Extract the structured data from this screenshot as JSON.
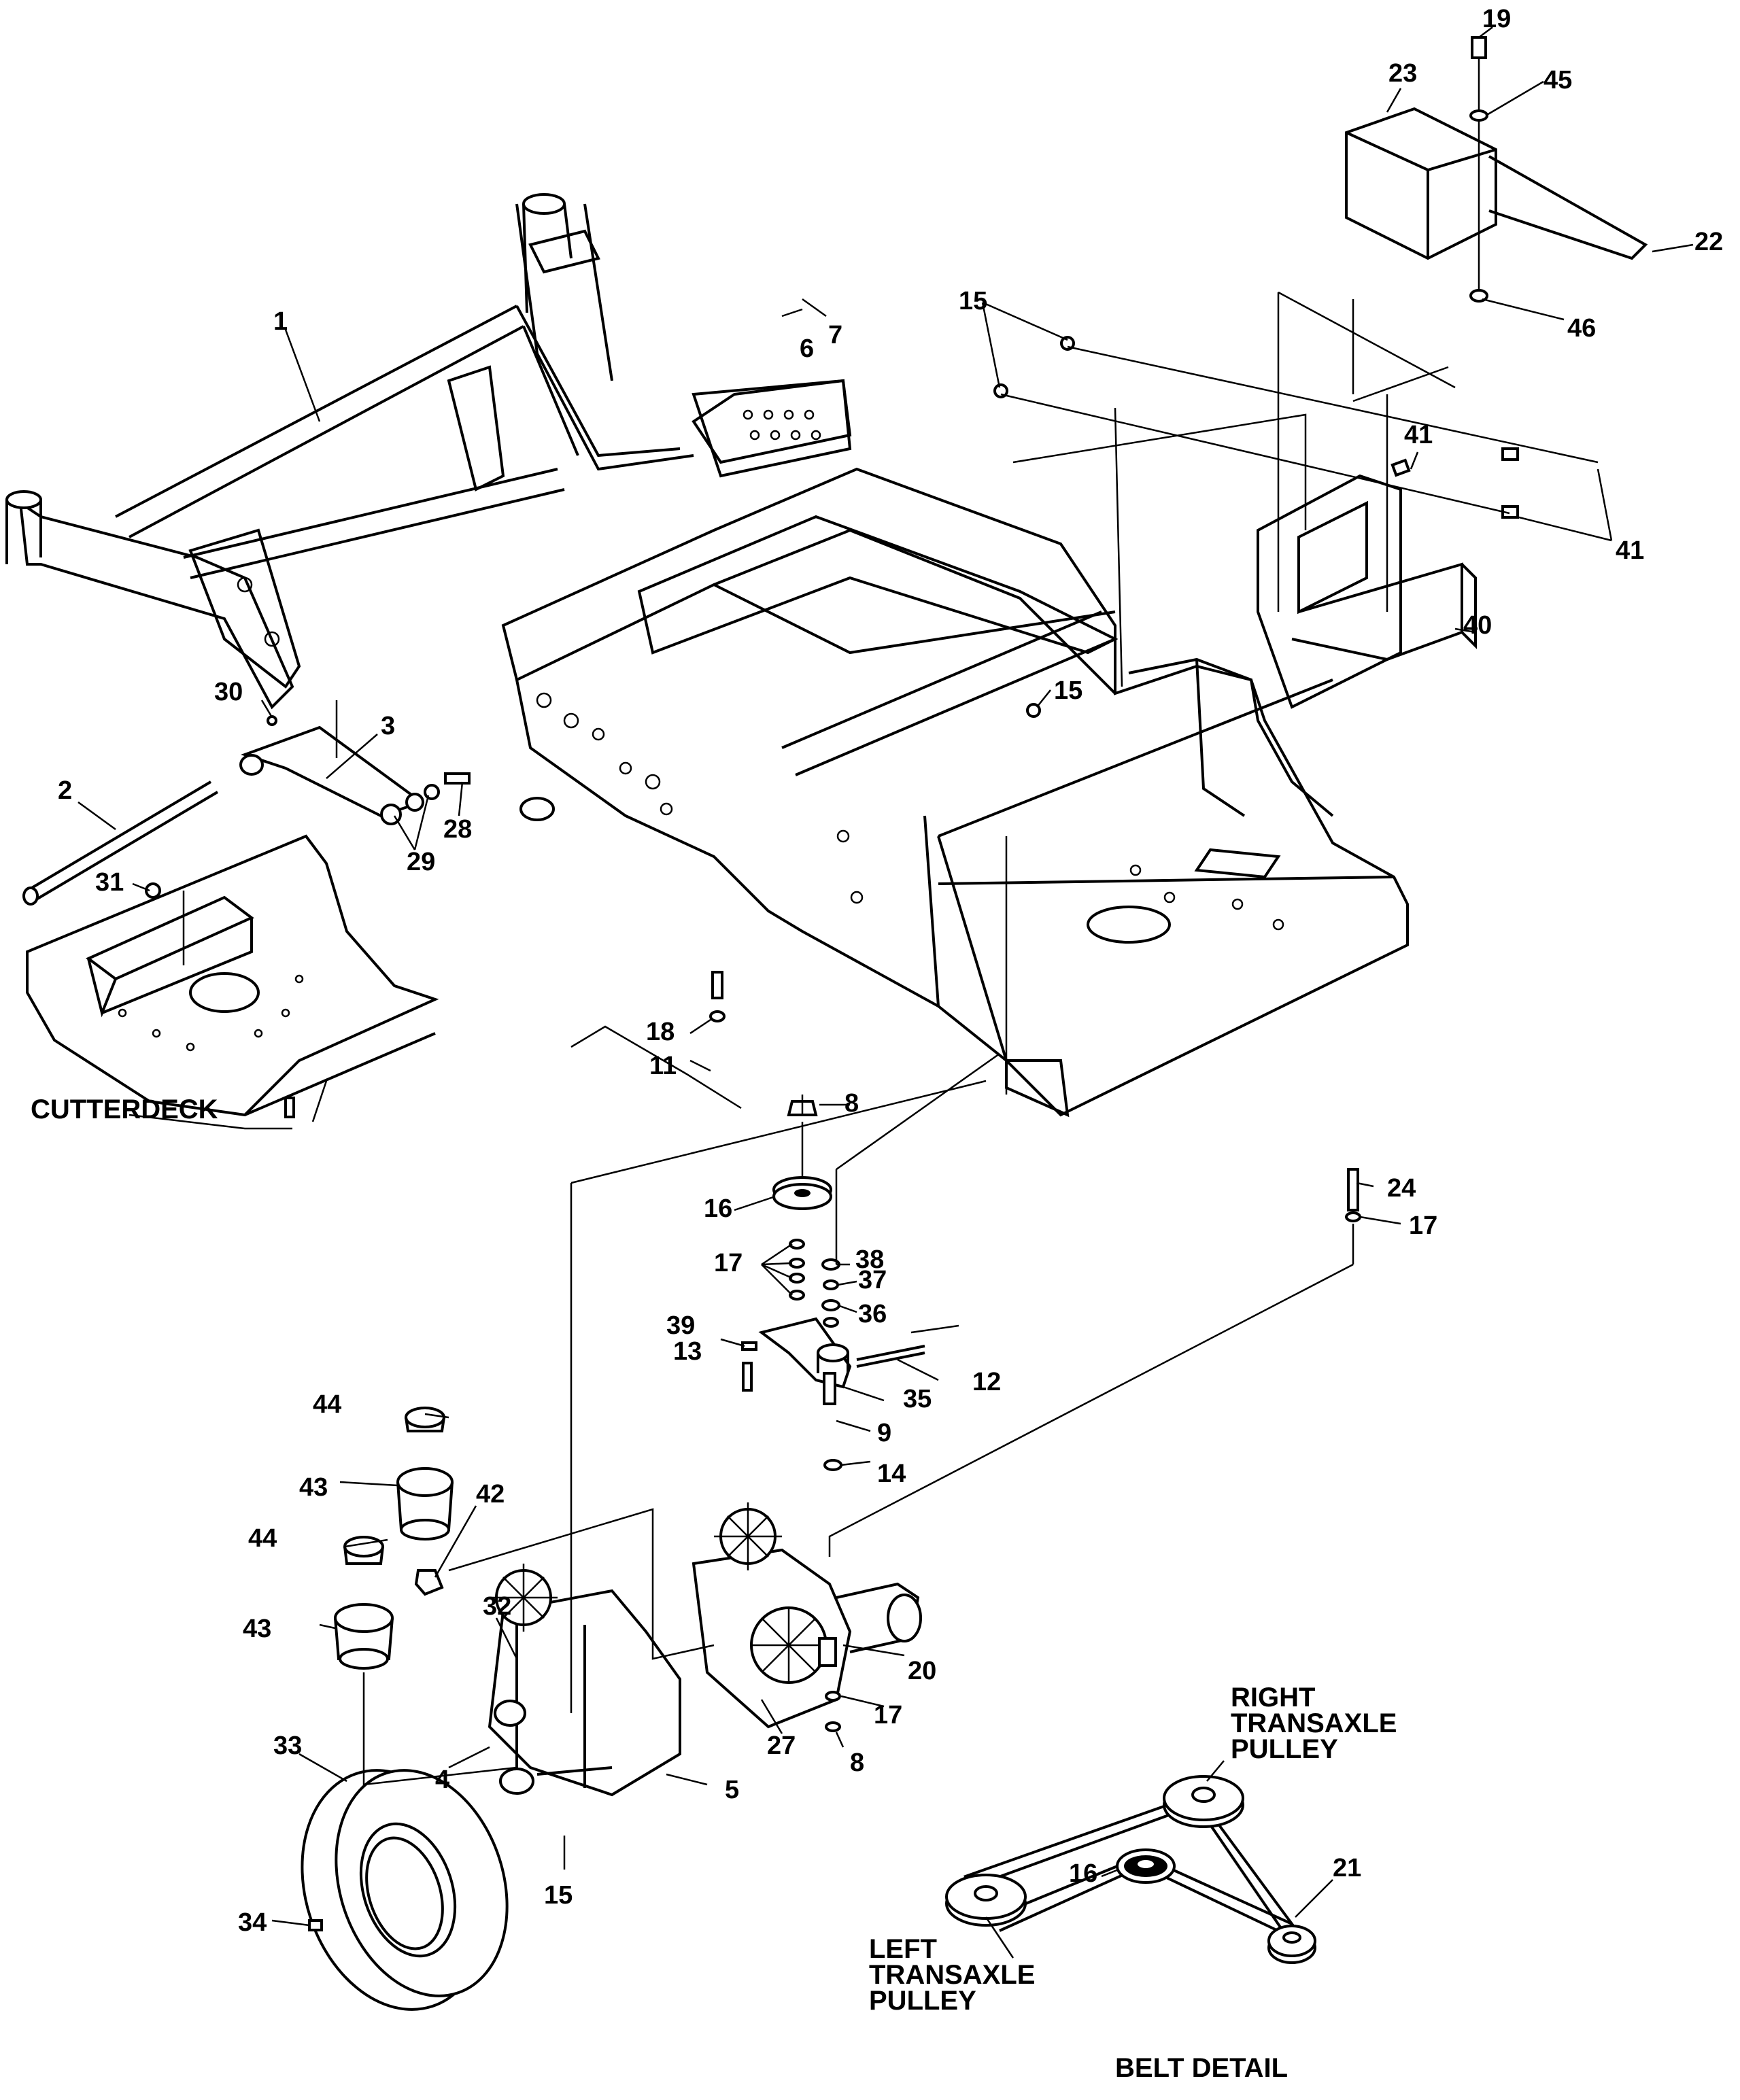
{
  "labels": {
    "p1": "1",
    "p2": "2",
    "p3": "3",
    "p4": "4",
    "p5": "5",
    "p6": "6",
    "p7": "7",
    "p8a": "8",
    "p8b": "8",
    "p9": "9",
    "p11": "11",
    "p12": "12",
    "p13": "13",
    "p14": "14",
    "p15a": "15",
    "p15b": "15",
    "p15c": "15",
    "p16a": "16",
    "p16b": "16",
    "p17a": "17",
    "p17b": "17",
    "p17c": "17",
    "p18": "18",
    "p19": "19",
    "p20": "20",
    "p21": "21",
    "p22": "22",
    "p23": "23",
    "p24": "24",
    "p27": "27",
    "p28": "28",
    "p29": "29",
    "p30": "30",
    "p31": "31",
    "p32": "32",
    "p33": "33",
    "p34": "34",
    "p35": "35",
    "p36": "36",
    "p37": "37",
    "p38": "38",
    "p39": "39",
    "p40": "40",
    "p41a": "41",
    "p41b": "41",
    "p42": "42",
    "p43a": "43",
    "p43b": "43",
    "p44a": "44",
    "p44b": "44",
    "p45": "45",
    "p46": "46"
  },
  "captions": {
    "cutterdeck": "CUTTERDECK",
    "right_pulley_1": "RIGHT",
    "right_pulley_2": "TRANSAXLE",
    "right_pulley_3": "PULLEY",
    "left_pulley_1": "LEFT",
    "left_pulley_2": "TRANSAXLE",
    "left_pulley_3": "PULLEY",
    "belt_detail": "BELT DETAIL"
  }
}
